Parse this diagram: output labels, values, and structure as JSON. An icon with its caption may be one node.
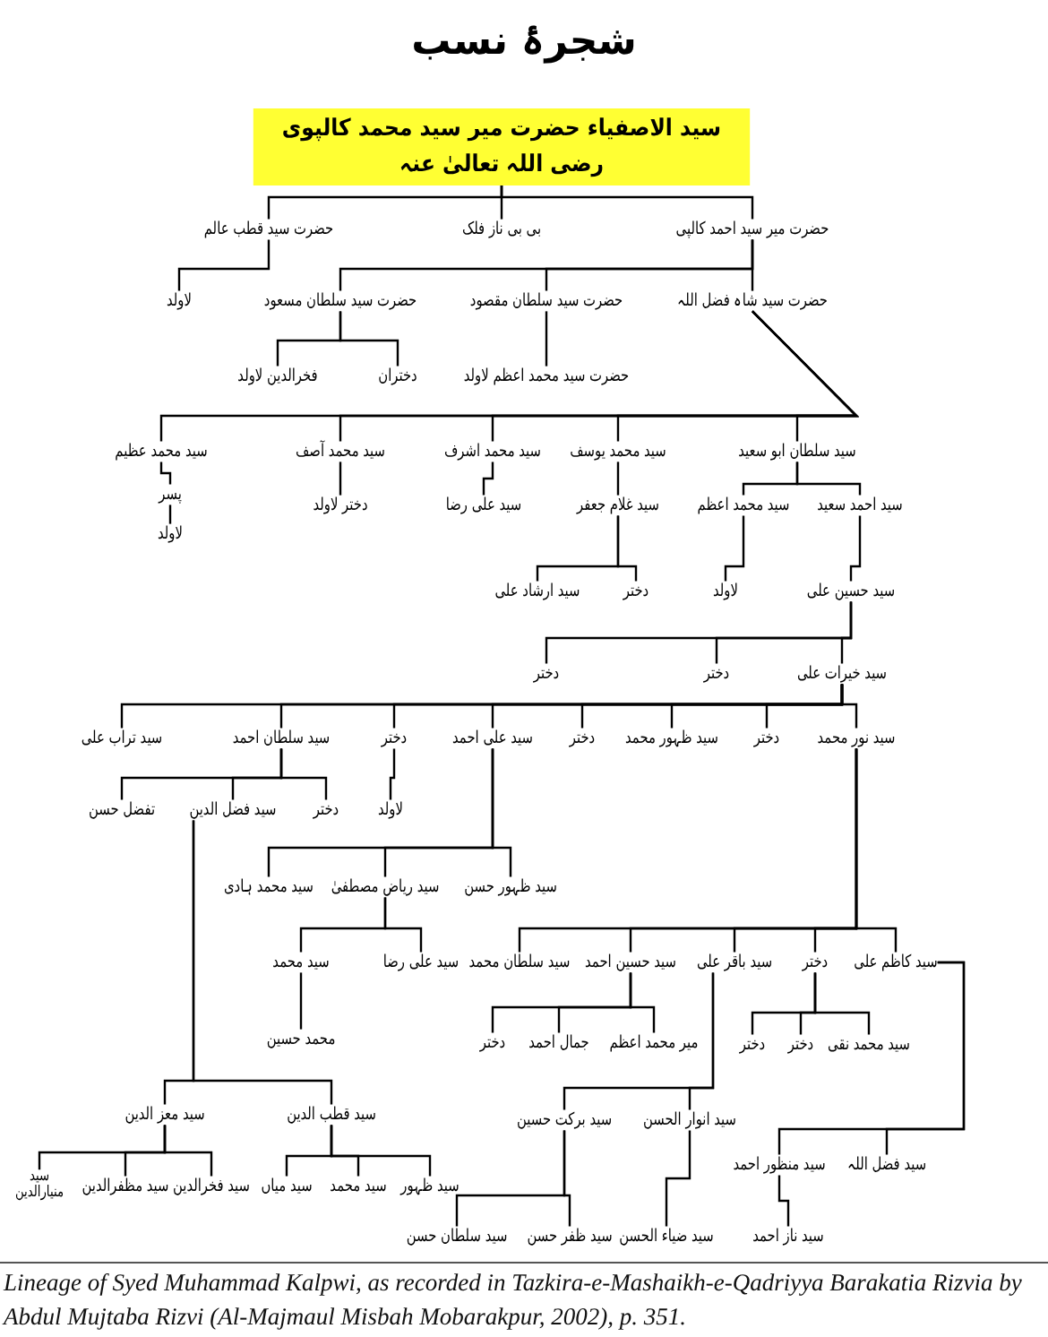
{
  "diagram": {
    "title": "شجرۂ نسب",
    "caption": "Lineage of Syed Muhammad Kalpwi, as recorded in Tazkira-e-Mashaikh-e-Qadriyya Barakatia Rizvia by Abdul Mujtaba Rizvi (Al-Majmaul Misbah Mobarakpur, 2002), p. 351.",
    "nodes": [
      {
        "text": [
          "سید الاصفیاء حضرت میر سید محمد کالپوی رضی اللہ تعالیٰ عنہ"
        ]
      },
      {
        "text": [
          "حضرت میر سید احمد کالپی"
        ]
      },
      {
        "text": [
          "بی بی ناز فلک"
        ]
      },
      {
        "text": [
          "حضرت سید قطب عالم"
        ]
      },
      {
        "text": [
          "لاولد"
        ]
      },
      {
        "text": [
          "حضرت سید شاہ فضل اللہ"
        ]
      },
      {
        "text": [
          "حضرت سید سلطان مقصود"
        ]
      },
      {
        "text": [
          "حضرت سید سلطان مسعود"
        ]
      },
      {
        "text": [
          "دختران"
        ]
      },
      {
        "text": [
          "فخرالدین لاولد"
        ]
      },
      {
        "text": [
          "حضرت سید محمد اعظم لاولد"
        ]
      },
      {
        "text": [
          "سید سلطان ابو سعید"
        ]
      },
      {
        "text": [
          "سید محمد یوسف"
        ]
      },
      {
        "text": [
          "سید محمد اشرف"
        ]
      },
      {
        "text": [
          "سید محمد آصف"
        ]
      },
      {
        "text": [
          "سید محمد عظیم"
        ]
      },
      {
        "text": [
          "پسر"
        ]
      },
      {
        "text": [
          "لاولد"
        ]
      },
      {
        "text": [
          "دختر لاولد"
        ]
      },
      {
        "text": [
          "سید علی رضا"
        ]
      },
      {
        "text": [
          "سید غلام جعفر"
        ]
      },
      {
        "text": [
          "سید احمد سعید"
        ]
      },
      {
        "text": [
          "سید محمد اعظم"
        ]
      },
      {
        "text": [
          "دختر"
        ]
      },
      {
        "text": [
          "سید ارشاد علی"
        ]
      },
      {
        "text": [
          "لاولد"
        ]
      },
      {
        "text": [
          "سید حسین علی"
        ]
      },
      {
        "text": [
          "سید خیرات علی"
        ]
      },
      {
        "text": [
          "دختر"
        ]
      },
      {
        "text": [
          "دختر"
        ]
      },
      {
        "text": [
          "سید نور محمد"
        ]
      },
      {
        "text": [
          "دختر"
        ]
      },
      {
        "text": [
          "سید ظہور محمد"
        ]
      },
      {
        "text": [
          "دختر"
        ]
      },
      {
        "text": [
          "سید علی احمد"
        ]
      },
      {
        "text": [
          "دختر"
        ]
      },
      {
        "text": [
          "سید سلطان احمد"
        ]
      },
      {
        "text": [
          "سید تراب علی"
        ]
      },
      {
        "text": [
          "دختر"
        ]
      },
      {
        "text": [
          "سید فضل الدین"
        ]
      },
      {
        "text": [
          "تفضل حسن"
        ]
      },
      {
        "text": [
          "لاولد"
        ]
      },
      {
        "text": [
          "سید ظہور حسن"
        ]
      },
      {
        "text": [
          "سید ریاض مصطفیٰ"
        ]
      },
      {
        "text": [
          "سید محمد ہادی"
        ]
      },
      {
        "text": [
          "سید علی رضا"
        ]
      },
      {
        "text": [
          "سید محمد"
        ]
      },
      {
        "text": [
          "محمد حسین"
        ]
      },
      {
        "text": [
          "سید قطب الدین"
        ]
      },
      {
        "text": [
          "سید معز الدین"
        ]
      },
      {
        "text": [
          "سید ظہور"
        ]
      },
      {
        "text": [
          "سید محمد"
        ]
      },
      {
        "text": [
          "سید میاں"
        ]
      },
      {
        "text": [
          "سید فخرالدین"
        ]
      },
      {
        "text": [
          "سید مظفرالدین"
        ]
      },
      {
        "text": [
          "سید منیارالدین"
        ]
      },
      {
        "text": [
          "سید کاظم علی"
        ]
      },
      {
        "text": [
          "دختر"
        ]
      },
      {
        "text": [
          "سید باقر علی"
        ]
      },
      {
        "text": [
          "سید حسین احمد"
        ]
      },
      {
        "text": [
          "سید سلطان محمد"
        ]
      },
      {
        "text": [
          "دختر"
        ]
      },
      {
        "text": [
          "جمال احمد"
        ]
      },
      {
        "text": [
          "میر محمد اعظم"
        ]
      },
      {
        "text": [
          "دختر"
        ]
      },
      {
        "text": [
          "دختر"
        ]
      },
      {
        "text": [
          "سید محمد نقی"
        ]
      },
      {
        "text": [
          "سید انوار الحسن"
        ]
      },
      {
        "text": [
          "سید برکت حسین"
        ]
      },
      {
        "text": [
          "سید فضل اللہ"
        ]
      },
      {
        "text": [
          "سید منظور احمد"
        ]
      },
      {
        "text": [
          "سید ناز احمد"
        ]
      },
      {
        "text": [
          "سید ضیاء الحسن"
        ]
      },
      {
        "text": [
          "سید ظفر حسن"
        ]
      },
      {
        "text": [
          "سید سلطان حسن"
        ]
      }
    ],
    "edges": [
      {
        "from": 0,
        "to": 1,
        "arrow": "none"
      },
      {
        "from": 0,
        "to": 2,
        "arrow": "none"
      },
      {
        "from": 0,
        "to": 3,
        "arrow": "none"
      },
      {
        "from": 3,
        "to": 4,
        "arrow": "none"
      },
      {
        "from": 1,
        "to": 5,
        "arrow": "none"
      },
      {
        "from": 1,
        "to": 6,
        "arrow": "none"
      },
      {
        "from": 1,
        "to": 7,
        "arrow": "none"
      },
      {
        "from": 7,
        "to": 8,
        "arrow": "none"
      },
      {
        "from": 7,
        "to": 9,
        "arrow": "none"
      },
      {
        "from": 6,
        "to": 10,
        "arrow": "none"
      },
      {
        "from": 5,
        "to": 11,
        "arrow": "none"
      },
      {
        "from": 5,
        "to": 12,
        "arrow": "none"
      },
      {
        "from": 5,
        "to": 13,
        "arrow": "none"
      },
      {
        "from": 5,
        "to": 14,
        "arrow": "none"
      },
      {
        "from": 5,
        "to": 15,
        "arrow": "none"
      },
      {
        "from": 15,
        "to": 16,
        "arrow": "none"
      },
      {
        "from": 16,
        "to": 17,
        "arrow": "none"
      },
      {
        "from": 14,
        "to": 18,
        "arrow": "none"
      },
      {
        "from": 13,
        "to": 19,
        "arrow": "none"
      },
      {
        "from": 12,
        "to": 20,
        "arrow": "none"
      },
      {
        "from": 11,
        "to": 21,
        "arrow": "none"
      },
      {
        "from": 11,
        "to": 22,
        "arrow": "none"
      },
      {
        "from": 20,
        "to": 23,
        "arrow": "none"
      },
      {
        "from": 20,
        "to": 24,
        "arrow": "none"
      },
      {
        "from": 22,
        "to": 25,
        "arrow": "none"
      },
      {
        "from": 21,
        "to": 26,
        "arrow": "none"
      },
      {
        "from": 26,
        "to": 27,
        "arrow": "none"
      },
      {
        "from": 26,
        "to": 28,
        "arrow": "none"
      },
      {
        "from": 26,
        "to": 29,
        "arrow": "none"
      },
      {
        "from": 27,
        "to": 30,
        "arrow": "none"
      },
      {
        "from": 27,
        "to": 31,
        "arrow": "none"
      },
      {
        "from": 27,
        "to": 32,
        "arrow": "none"
      },
      {
        "from": 27,
        "to": 33,
        "arrow": "none"
      },
      {
        "from": 27,
        "to": 34,
        "arrow": "none"
      },
      {
        "from": 27,
        "to": 35,
        "arrow": "none"
      },
      {
        "from": 27,
        "to": 36,
        "arrow": "none"
      },
      {
        "from": 27,
        "to": 37,
        "arrow": "none"
      },
      {
        "from": 36,
        "to": 38,
        "arrow": "none"
      },
      {
        "from": 36,
        "to": 39,
        "arrow": "none"
      },
      {
        "from": 36,
        "to": 40,
        "arrow": "none"
      },
      {
        "from": 35,
        "to": 41,
        "arrow": "none"
      },
      {
        "from": 34,
        "to": 42,
        "arrow": "none"
      },
      {
        "from": 34,
        "to": 43,
        "arrow": "none"
      },
      {
        "from": 34,
        "to": 44,
        "arrow": "none"
      },
      {
        "from": 43,
        "to": 45,
        "arrow": "none"
      },
      {
        "from": 43,
        "to": 46,
        "arrow": "none"
      },
      {
        "from": 46,
        "to": 47,
        "arrow": "none"
      },
      {
        "from": 39,
        "to": 48,
        "arrow": "none"
      },
      {
        "from": 39,
        "to": 49,
        "arrow": "none"
      },
      {
        "from": 48,
        "to": 50,
        "arrow": "none"
      },
      {
        "from": 48,
        "to": 51,
        "arrow": "none"
      },
      {
        "from": 48,
        "to": 52,
        "arrow": "none"
      },
      {
        "from": 49,
        "to": 53,
        "arrow": "none"
      },
      {
        "from": 49,
        "to": 54,
        "arrow": "none"
      },
      {
        "from": 49,
        "to": 55,
        "arrow": "none"
      },
      {
        "from": 30,
        "to": 56,
        "arrow": "none"
      },
      {
        "from": 30,
        "to": 57,
        "arrow": "none"
      },
      {
        "from": 30,
        "to": 58,
        "arrow": "none"
      },
      {
        "from": 30,
        "to": 59,
        "arrow": "none"
      },
      {
        "from": 30,
        "to": 60,
        "arrow": "none"
      },
      {
        "from": 59,
        "to": 61,
        "arrow": "none"
      },
      {
        "from": 59,
        "to": 62,
        "arrow": "none"
      },
      {
        "from": 59,
        "to": 63,
        "arrow": "none"
      },
      {
        "from": 57,
        "to": 64,
        "arrow": "none"
      },
      {
        "from": 57,
        "to": 65,
        "arrow": "none"
      },
      {
        "from": 57,
        "to": 66,
        "arrow": "none"
      },
      {
        "from": 58,
        "to": 67,
        "arrow": "none"
      },
      {
        "from": 58,
        "to": 68,
        "arrow": "none"
      },
      {
        "from": 56,
        "to": 69,
        "arrow": "none"
      },
      {
        "from": 56,
        "to": 70,
        "arrow": "none"
      },
      {
        "from": 70,
        "to": 71,
        "arrow": "none"
      },
      {
        "from": 67,
        "to": 72,
        "arrow": "none"
      },
      {
        "from": 68,
        "to": 73,
        "arrow": "none"
      },
      {
        "from": 68,
        "to": 74,
        "arrow": "none"
      }
    ]
  }
}
